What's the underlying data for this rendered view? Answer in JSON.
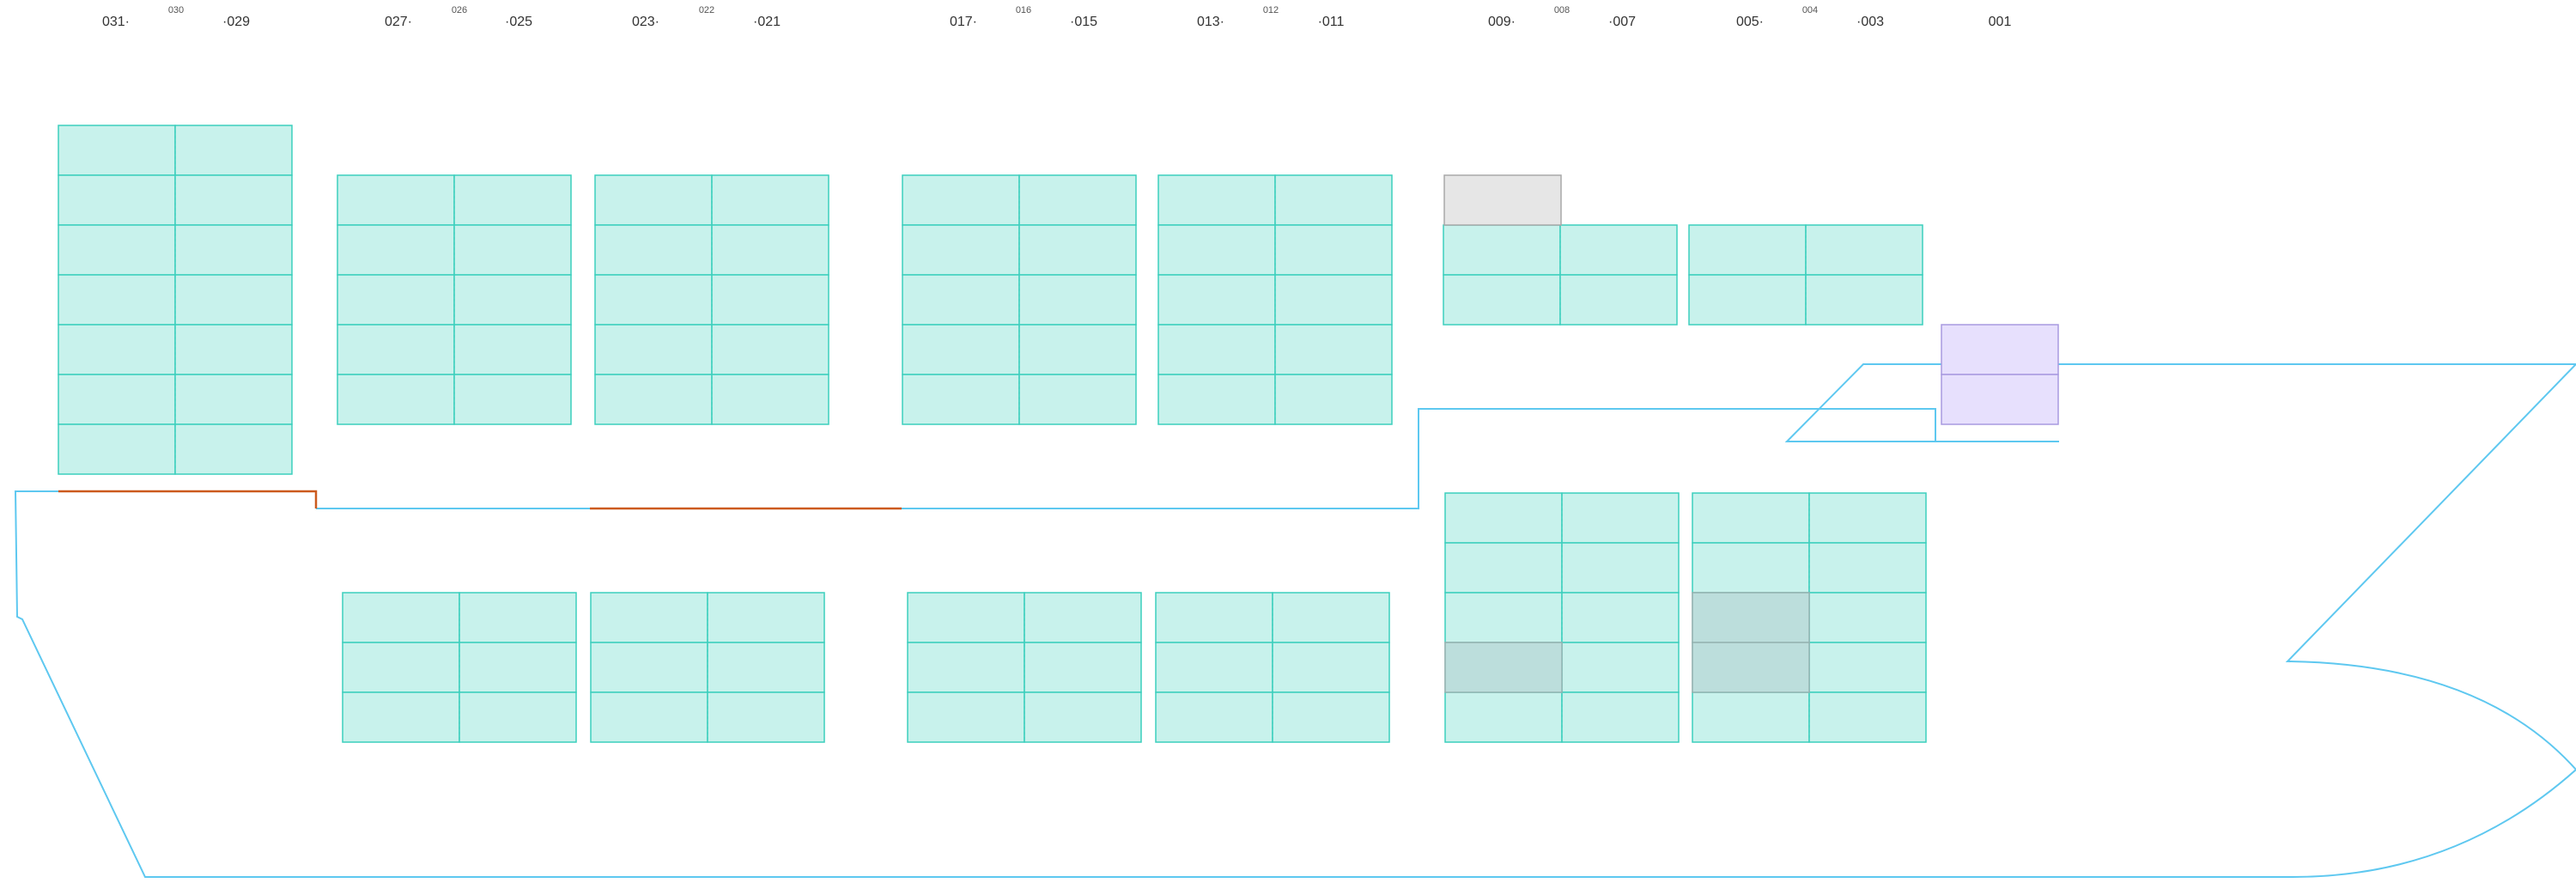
{
  "colors": {
    "cell_fill": "#c8f2ec",
    "cell_stroke": "#3ccfbd",
    "hull": "#5ec8f0",
    "accent_line": "#cc5a1e",
    "grey_cell": "#e6e6e6",
    "grey_stroke": "#a8a8a8",
    "dark_cell": "#bcdedc",
    "dark_stroke": "#95b3b1",
    "purple_fill": "#e7e0fd",
    "purple_stroke": "#a89ae0",
    "label": "#333333",
    "small_label": "#555555"
  },
  "bay_labels": [
    {
      "left": "031",
      "mid": "030",
      "right": "029"
    },
    {
      "left": "027",
      "mid": "026",
      "right": "025"
    },
    {
      "left": "023",
      "mid": "022",
      "right": "021"
    },
    {
      "left": "017",
      "mid": "016",
      "right": "015"
    },
    {
      "left": "013",
      "mid": "012",
      "right": "011"
    },
    {
      "left": "009",
      "mid": "008",
      "right": "007"
    },
    {
      "left": "005",
      "mid": "004",
      "right": "003"
    },
    {
      "left": "",
      "mid": "",
      "right": "001"
    }
  ],
  "blocks": [
    {
      "id": "deck-031",
      "rows": 7,
      "cols": 2
    },
    {
      "id": "deck-027",
      "rows": 5,
      "cols": 2
    },
    {
      "id": "deck-023",
      "rows": 5,
      "cols": 2
    },
    {
      "id": "deck-017",
      "rows": 5,
      "cols": 2
    },
    {
      "id": "deck-013",
      "rows": 5,
      "cols": 2
    },
    {
      "id": "deck-009",
      "rows": 2,
      "cols": 2
    },
    {
      "id": "deck-005",
      "rows": 2,
      "cols": 2
    },
    {
      "id": "hold-027",
      "rows": 3,
      "cols": 2
    },
    {
      "id": "hold-023",
      "rows": 3,
      "cols": 2
    },
    {
      "id": "hold-017",
      "rows": 3,
      "cols": 2
    },
    {
      "id": "hold-013",
      "rows": 3,
      "cols": 2
    },
    {
      "id": "hold-009",
      "rows": 5,
      "cols": 2
    },
    {
      "id": "hold-005",
      "rows": 5,
      "cols": 2
    }
  ],
  "special_cells": [
    {
      "block": "deck-009",
      "type": "grey",
      "row": -1,
      "col": 0
    },
    {
      "block": "hold-009",
      "type": "dark",
      "row": 3,
      "col": 0
    },
    {
      "block": "hold-005",
      "type": "dark",
      "row": 2,
      "col": 0
    },
    {
      "block": "hold-005",
      "type": "dark",
      "row": 3,
      "col": 0
    }
  ],
  "bay_001": {
    "type": "purple",
    "rows": 2,
    "cols": 1
  }
}
